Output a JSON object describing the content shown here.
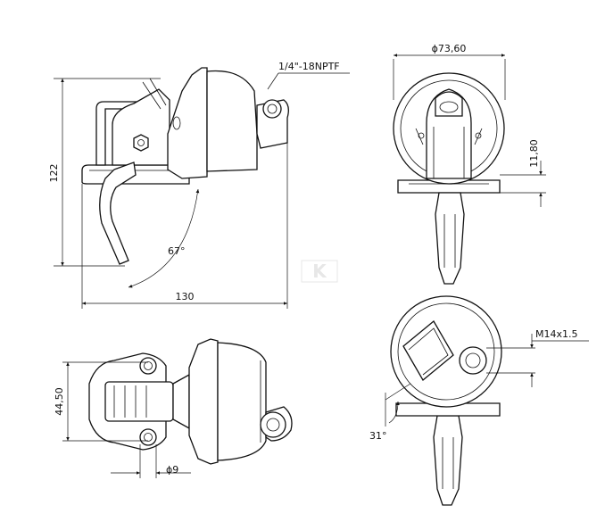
{
  "dimensions": {
    "thread_port": "1/4\"-18NPTF",
    "body_diameter": "ϕ73,60",
    "flange_thickness": "11,80",
    "height": "122",
    "lever_angle": "67°",
    "length": "130",
    "outlet_thread": "M14x1.5",
    "mount_width": "44,50",
    "hole_diameter": "ϕ9",
    "port_angle": "31°"
  },
  "watermark": {
    "mark": "K"
  }
}
